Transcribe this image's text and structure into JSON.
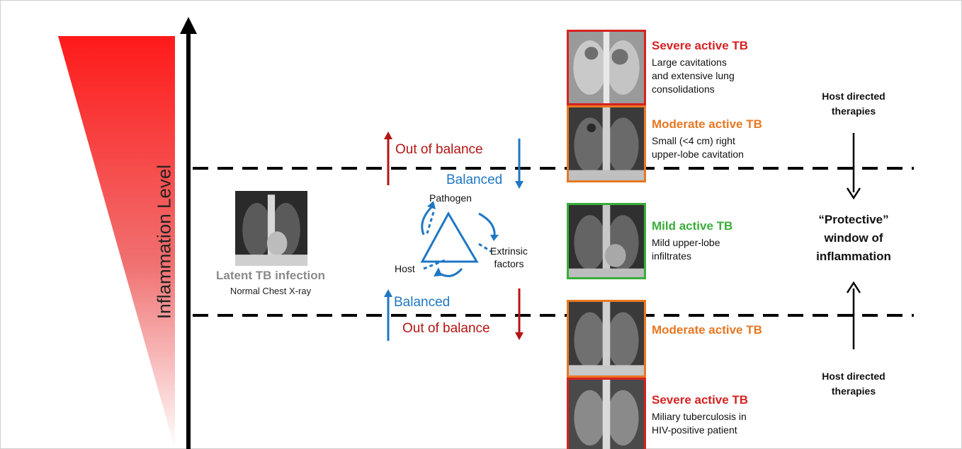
{
  "colors": {
    "red": "#d62222",
    "orange": "#e87722",
    "green": "#3aad3a",
    "blue": "#1f77c4",
    "darkred": "#b41414"
  },
  "y_axis_label": "Inflammation Level",
  "latent": {
    "title": "Latent TB infection",
    "subtitle": "Normal Chest X-ray"
  },
  "balance": {
    "top_out": "Out of balance",
    "top_balanced": "Balanced",
    "bottom_balanced": "Balanced",
    "bottom_out": "Out of balance"
  },
  "triangle": {
    "pathogen": "Pathogen",
    "host": "Host",
    "extrinsic": "Extrinsic\nfactors"
  },
  "cases": [
    {
      "title": "Severe active TB",
      "desc": "Large cavitations\nand extensive lung\nconsolidations",
      "color": "red"
    },
    {
      "title": "Moderate active TB",
      "desc": "Small (<4 cm) right\nupper-lobe cavitation",
      "color": "orange"
    },
    {
      "title": "Mild active TB",
      "desc": "Mild upper-lobe\ninfiltrates",
      "color": "green"
    },
    {
      "title": "Moderate active TB",
      "desc": "",
      "color": "orange"
    },
    {
      "title": "Severe active TB",
      "desc": "Miliary tuberculosis in\nHIV-positive patient",
      "color": "red"
    }
  ],
  "therapy_top": "Host directed\ntherapies",
  "protective": "“Protective”\nwindow of\ninflammation",
  "therapy_bottom": "Host directed\ntherapies"
}
